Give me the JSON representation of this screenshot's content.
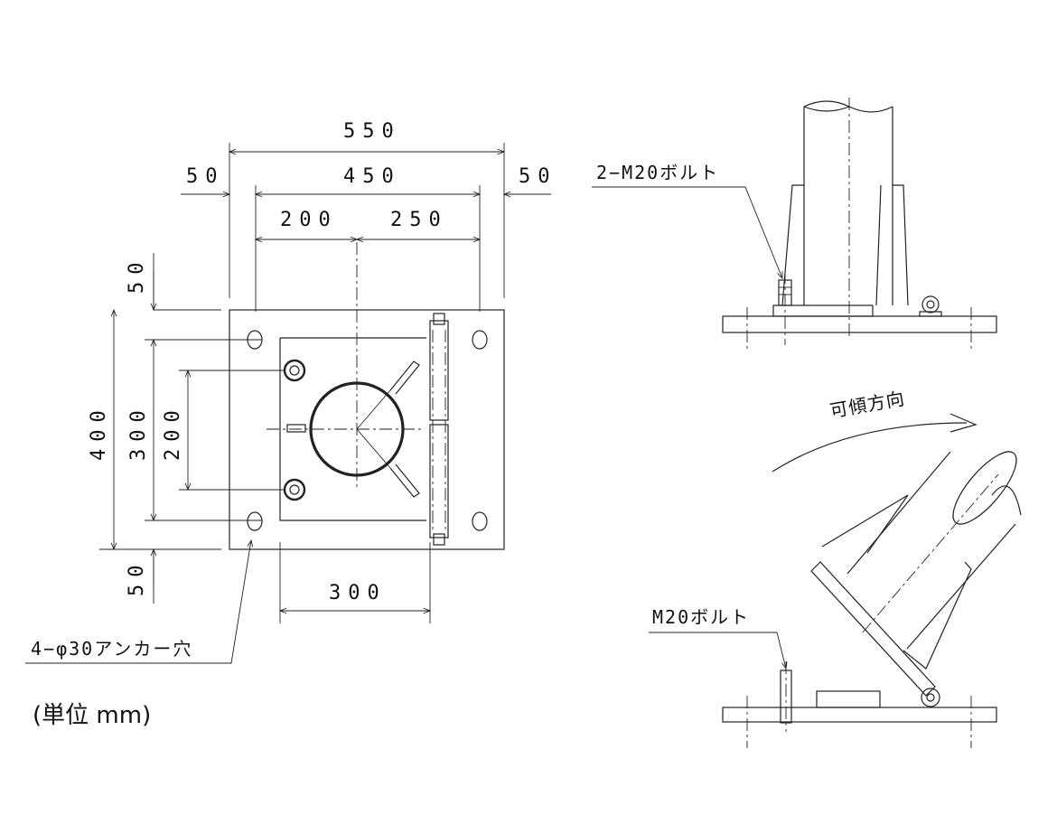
{
  "dimensions": {
    "top_total": "550",
    "left_margin": "50",
    "mid_width": "450",
    "right_margin": "50",
    "left_seg": "200",
    "right_seg": "250",
    "v_top": "50",
    "v_total": "400",
    "v_mid": "300",
    "v_inner": "200",
    "v_bottom": "50",
    "bottom_width": "300"
  },
  "labels": {
    "anchor_holes": "4−φ30アンカー穴",
    "unit": "(単位 mm)",
    "bolt_top": "2−M20ボルト",
    "tilt_direction": "可傾方向",
    "bolt_bottom": "M20ボルト"
  }
}
